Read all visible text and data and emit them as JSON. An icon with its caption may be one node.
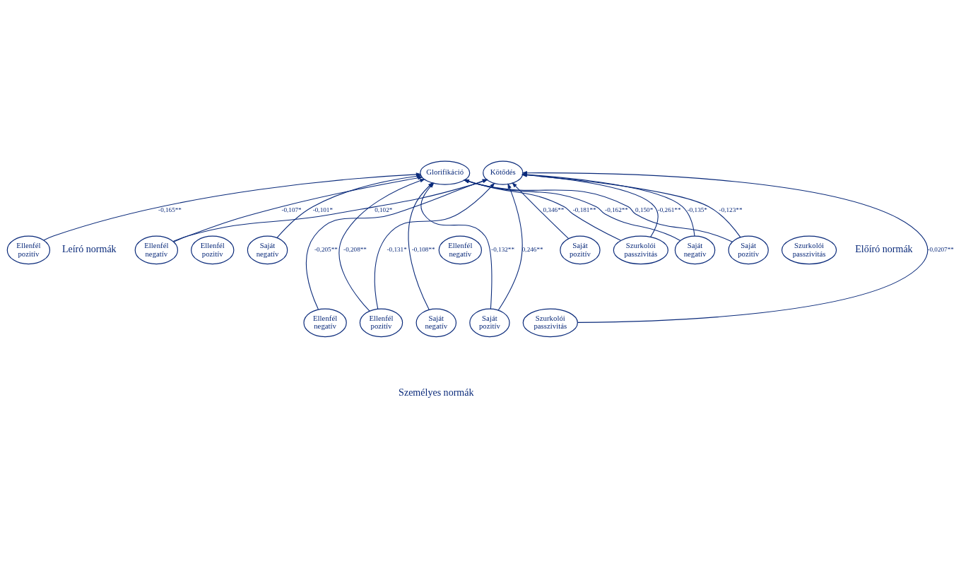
{
  "diagram": {
    "nodes": [
      {
        "text": [
          "Glorifikáció"
        ]
      },
      {
        "text": [
          "Kötődés"
        ]
      },
      {
        "text": [
          "Ellenfél negatív"
        ]
      },
      {
        "text": [
          "Ellenfél pozitív"
        ]
      },
      {
        "text": [
          "Saját negatív"
        ]
      },
      {
        "text": [
          "Saját pozitív"
        ]
      },
      {
        "text": [
          "Szurkolói passzivitás"
        ]
      },
      {
        "text": [
          "Ellenfél negatív"
        ]
      },
      {
        "text": [
          "Ellenfél pozitív"
        ]
      },
      {
        "text": [
          "Saját negatív"
        ]
      },
      {
        "text": [
          "Saját pozitív"
        ]
      },
      {
        "text": [
          "Szurkolói passzivitás"
        ]
      },
      {
        "text": [
          "Ellenfél negatív"
        ]
      },
      {
        "text": [
          "Ellenfél pozitív"
        ]
      },
      {
        "text": [
          "Saját negatív"
        ]
      },
      {
        "text": [
          "Saját pozitív"
        ]
      },
      {
        "text": [
          "Szurkolói passzivitás"
        ]
      }
    ],
    "edges": [
      {
        "from": 2,
        "to": 0,
        "arrow": "to",
        "label": "-0,107*"
      },
      {
        "from": 2,
        "to": 1,
        "arrow": "to",
        "label": "0,102*"
      },
      {
        "from": 4,
        "to": 0,
        "arrow": "to",
        "label": "-0,101*"
      },
      {
        "from": 5,
        "to": 1,
        "arrow": "to",
        "label": "0,346**"
      },
      {
        "from": 6,
        "to": 0,
        "arrow": "to",
        "label": "-0,181**"
      },
      {
        "from": 6,
        "to": 1,
        "arrow": "to",
        "label": "-0,261**"
      },
      {
        "from": 12,
        "to": 1,
        "arrow": "to",
        "label": "-0,205**"
      },
      {
        "from": 13,
        "to": 0,
        "arrow": "to",
        "label": "-0,208**"
      },
      {
        "from": 13,
        "to": 1,
        "arrow": "to",
        "label": "-0,131*"
      },
      {
        "from": 14,
        "to": 0,
        "arrow": "to",
        "label": "-0,108**"
      },
      {
        "from": 15,
        "to": 0,
        "arrow": "to",
        "label": "-0,132**"
      },
      {
        "from": 15,
        "to": 1,
        "arrow": "to",
        "label": "0,246**"
      },
      {
        "from": 16,
        "to": 1,
        "arrow": "to",
        "label": "-0,0207**"
      },
      {
        "from": 8,
        "to": 0,
        "arrow": "to",
        "label": "-0,165**"
      },
      {
        "from": 9,
        "to": 1,
        "arrow": "to",
        "label": "-0,135*"
      },
      {
        "from": 9,
        "to": 0,
        "arrow": "to",
        "label": "-0,162**"
      },
      {
        "from": 10,
        "to": 0,
        "arrow": "to",
        "label": "0,150*"
      },
      {
        "from": 10,
        "to": 1,
        "arrow": "to",
        "label": "-0,123**"
      }
    ],
    "labels": [
      "Leíró normák",
      "Előíró normák",
      "Személyes normák"
    ]
  }
}
